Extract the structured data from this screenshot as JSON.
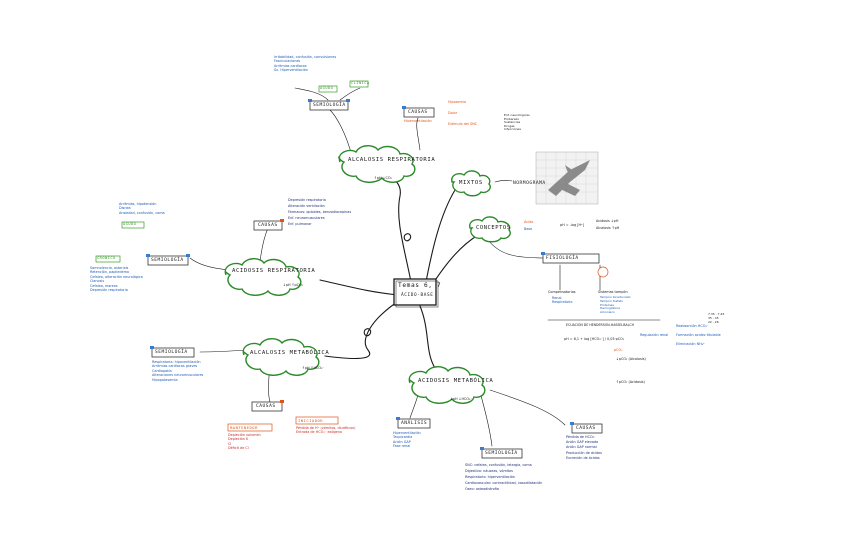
{
  "center": {
    "title": "Temas 6, 7",
    "subtitle": "ÁCIDO-BASE"
  },
  "nodes": {
    "alc_resp": {
      "title": "ALCALOSIS RESPIRATORIA",
      "formula": "↑pH ↓CO₂"
    },
    "acid_resp": {
      "title": "ACIDOSIS RESPIRATORIA",
      "formula": "↓pH ↑pCO₂"
    },
    "alc_met": {
      "title": "ALCALOSIS METABÓLICA",
      "formula": "↑pH ↑HCO₃⁻"
    },
    "acid_met": {
      "title": "ACIDOSIS METABÓLICA",
      "formula": "↓pH ↓HCO₃⁻"
    },
    "mixtos": {
      "title": "MIXTOS",
      "note": "NORMOGRAMA"
    },
    "conceptos": {
      "title": "CONCEPTOS"
    },
    "fisio": {
      "title": "FISIOLOGÍA"
    }
  },
  "boxes": {
    "semiologia": "SEMIOLOGÍA",
    "causas": "CAUSAS",
    "clinica": "CLÍNICA",
    "agudo": "AGUDO",
    "cronico": "CRÓNICO",
    "mantenedor": "MANTENEDOR",
    "iniciador": "INICIADOR",
    "analisis": "ANÁLISIS"
  },
  "alc_resp_semio": [
    "Irritabilidad, confusión, convulsiones",
    "Fasciculaciones",
    "Arritmias cardíacas",
    "Sx. Hiperventilación"
  ],
  "alc_resp_causas": {
    "a": "Hipoxemia",
    "b": "Dolor",
    "c": "Estímulo del SNC",
    "d": "Hiperventilación",
    "snc": [
      "Enf. neurológicas",
      "Embarazo",
      "Sustancias",
      "Drogas",
      "Infecciones"
    ]
  },
  "acid_resp_semio_top": [
    "Arritmias, hipotensión",
    "Disnea",
    "Ansiedad, confusión, coma"
  ],
  "acid_resp_semio": [
    "Somnolencia, asterixis",
    "Retención, papiledema",
    "Cefalea, alteración neurológica",
    "Cianosis",
    "Cefalea, mareos",
    "Depresión respiratoria"
  ],
  "acid_resp_causas": [
    "Depresión respiratoria",
    "Alteración ventilación",
    "Fármacos: opioides, benzodiacepinas",
    "Enf. neuromusculares",
    "Enf. pulmonar"
  ],
  "alc_met_semio": [
    "Respiratoria: hipoventilación",
    "Arritmias cardíacas graves",
    "Cardiopatía",
    "Alteraciones neuromusculares",
    "Hipopotasemia"
  ],
  "alc_met_causas": {
    "mantenedor": [
      "Depleción volumen",
      "Depleción K",
      "Cl",
      "Déficit de Cl"
    ],
    "iniciador": [
      "Pérdida de H⁺ (vómitos, diuréticos)",
      "Entrada de HCO₃⁻ exógeno"
    ]
  },
  "acid_met_analisis": [
    "Hiperventilación",
    "Taquicardia",
    "Anión GAP",
    "Fase renal"
  ],
  "acid_met_semio": [
    "SNC: cefalea, confusión, letargia, coma",
    "Digestivo: náuseas, vómitos",
    "Respiratorio: hiperventilación",
    "Cardiovascular: contractilidad, vasodilatación",
    "Óseo: osteodistrofia"
  ],
  "acid_met_causas": [
    "Pérdida de HCO₃⁻",
    "Anión GAP elevado",
    "Anión GAP normal",
    "Producción de ácidos",
    "Excreción de ácidos"
  ],
  "conceptos": {
    "acido": "Ácido",
    "base": "Base",
    "ph_line": "pH = -log [H⁺]",
    "acidosis_def": "Acidosis ↓pH",
    "alcalosis_def": "Alcalosis ↑pH"
  },
  "fisio": {
    "compensatorios": "Compensatorios",
    "sistemas": "Sistemas tampón",
    "comp_items": [
      "Renal",
      "Respiratorio"
    ],
    "sistemas_items": [
      "Tampón bicarbonato",
      "Tampón fosfato",
      "Proteínas",
      "Hemoglobina",
      "Amoníaco"
    ],
    "ecuacion": "ECUACIÓN DE HENDERSON-HASSELBALCH",
    "ph_formula": "pH = 6,1 + log [HCO₃⁻] / 0,03·pCO₂",
    "regulacion": "Regulación renal",
    "pco2": "pCO₂",
    "resp_items": [
      "Reabsorción HCO₃⁻",
      "Formación acidez titulable",
      "Eliminación NH₄⁺"
    ],
    "acidosis_resp": "↓pCO₂ (Alcalosis)",
    "alcalosis_resp": "↑pCO₂ (Acidosis)",
    "ranges": [
      "7,35 - 7,45",
      "35 - 45",
      "22 - 26"
    ]
  }
}
